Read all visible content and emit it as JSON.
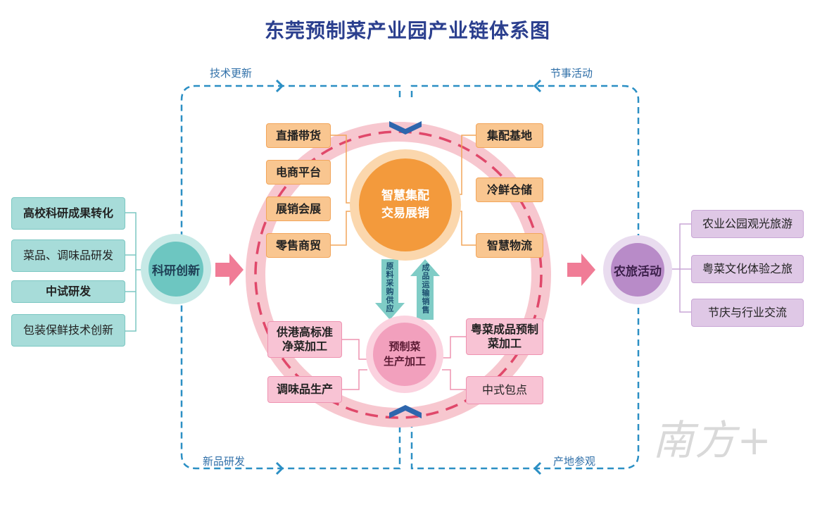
{
  "title": "东莞预制菜产业园产业链体系图",
  "flows": {
    "top_left": "技术更新",
    "top_right": "节事活动",
    "bottom_left": "新品研发",
    "bottom_right": "产地参观"
  },
  "left": {
    "hub": "科研创新",
    "items": [
      "高校科研成果转化",
      "菜品、调味品研发",
      "中试研发",
      "包装保鲜技术创新"
    ]
  },
  "right": {
    "hub": "农旅活动",
    "items": [
      "农业公园观光旅游",
      "粤菜文化体验之旅",
      "节庆与行业交流"
    ]
  },
  "center_top": {
    "hub_line1": "智慧集配",
    "hub_line2": "交易展销",
    "left_items": [
      "直播带货",
      "电商平台",
      "展销会展",
      "零售商贸"
    ],
    "right_items": [
      "集配基地",
      "冷鲜仓储",
      "智慧物流"
    ]
  },
  "center_bottom": {
    "hub_line1": "预制菜",
    "hub_line2": "生产加工",
    "left_items": [
      "供港高标准净菜加工",
      "调味品生产"
    ],
    "right_items": [
      "粤菜成品预制菜加工",
      "中式包点"
    ]
  },
  "arrows": {
    "down_label": "原料采购供应",
    "up_label": "成品运输销售"
  },
  "watermark": "南方+",
  "colors": {
    "title": "#2b3f8e",
    "flow_line": "#2b8fc4",
    "teal": "#a7dcd9",
    "orange": "#f39a3c",
    "pink": "#f2a0bd",
    "lavender": "#dfc8e6",
    "ring": "#f7c7cf",
    "ring_dash": "#e0486a"
  }
}
